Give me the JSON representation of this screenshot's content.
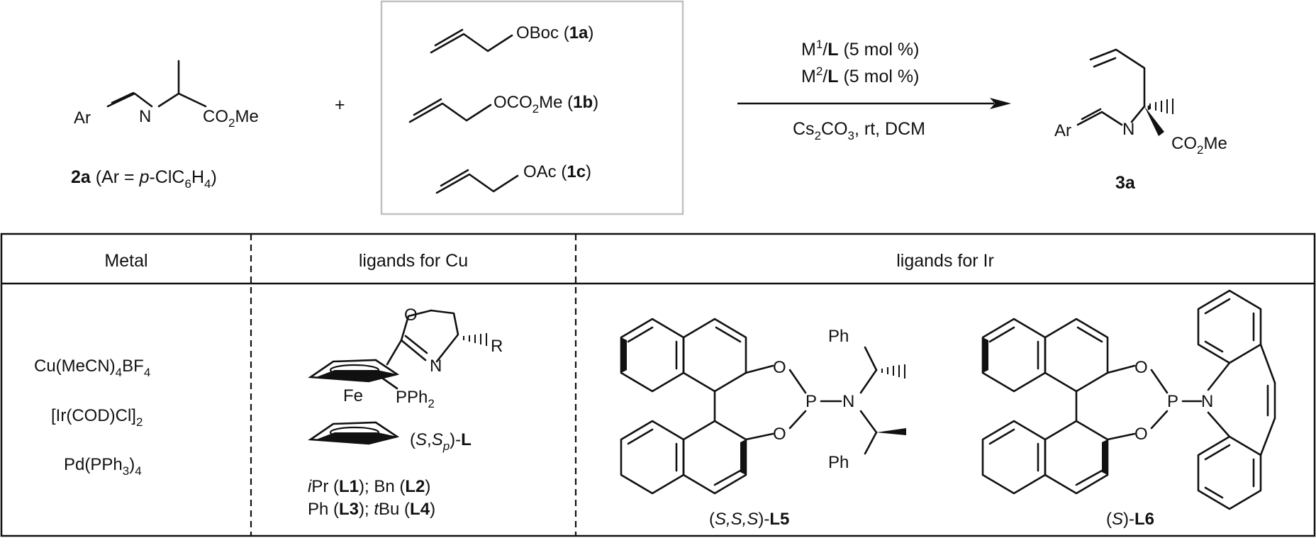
{
  "scheme": {
    "imine": {
      "ar": "Ar",
      "n": "N",
      "ester": "CO",
      "ester_sub": "2",
      "ester_tail": "Me",
      "label_bold": "2a",
      "label_pre": " (Ar = ",
      "label_p": "p",
      "label_mid": "-ClC",
      "label_sub1": "6",
      "label_h": "H",
      "label_sub2": "4",
      "label_post": ")"
    },
    "plus": "+",
    "allyl_1a": {
      "group": "OBoc (",
      "id": "1a",
      "close": ")"
    },
    "allyl_1b": {
      "group_pre": "OCO",
      "group_sub": "2",
      "group_post": "Me (",
      "id": "1b",
      "close": ")"
    },
    "allyl_1c": {
      "group": "OAc (",
      "id": "1c",
      "close": ")"
    },
    "conditions": {
      "line1_m": "M",
      "line1_sup": "1",
      "line1_slash": "/",
      "line1_l": "L",
      "line1_rest": " (5 mol %)",
      "line2_m": "M",
      "line2_sup": "2",
      "line2_slash": "/",
      "line2_l": "L",
      "line2_rest": " (5 mol %)",
      "line3_pre": "Cs",
      "line3_sub1": "2",
      "line3_mid": "CO",
      "line3_sub2": "3",
      "line3_post": ", rt, DCM"
    },
    "product": {
      "ar": "Ar",
      "n": "N",
      "ester": "CO",
      "ester_sub": "2",
      "ester_tail": "Me",
      "label": "3a"
    }
  },
  "table": {
    "headers": [
      "Metal",
      "ligands for Cu",
      "ligands for Ir"
    ],
    "metals": [
      {
        "pre": "Cu(MeCN)",
        "sub1": "4",
        "mid": "BF",
        "sub2": "4"
      },
      {
        "pre": "[Ir(COD)Cl]",
        "sub1": "2",
        "mid": "",
        "sub2": ""
      },
      {
        "pre": "Pd(PPh",
        "sub1": "3",
        "mid": ")",
        "sub2": "4"
      }
    ],
    "cu_ligand": {
      "o": "O",
      "n": "N",
      "r": "R",
      "fe": "Fe",
      "pph": "PPh",
      "pph_sub": "2",
      "name_open": "(",
      "name_s1": "S",
      "name_comma": ",",
      "name_s2": "S",
      "name_sp": "p",
      "name_close": ")-",
      "name_l": "L",
      "variants_line1": [
        {
          "t": "i",
          "it": true
        },
        {
          "t": "Pr (",
          "it": false
        },
        {
          "t": "L1",
          "b": true
        },
        {
          "t": "); Bn (",
          "it": false
        },
        {
          "t": "L2",
          "b": true
        },
        {
          "t": ")",
          "it": false
        }
      ],
      "variants_line2": [
        {
          "t": "Ph (",
          "it": false
        },
        {
          "t": "L3",
          "b": true
        },
        {
          "t": "); ",
          "it": false
        },
        {
          "t": "t",
          "it": true
        },
        {
          "t": "Bu (",
          "it": false
        },
        {
          "t": "L4",
          "b": true
        },
        {
          "t": ")",
          "it": false
        }
      ]
    },
    "ir_l5": {
      "o1": "O",
      "o2": "O",
      "p": "P",
      "n": "N",
      "ph1": "Ph",
      "ph2": "Ph",
      "name_open": "(",
      "name_sss": "S,S,S",
      "name_close": ")-",
      "name_l": "L5"
    },
    "ir_l6": {
      "o1": "O",
      "o2": "O",
      "p": "P",
      "n": "N",
      "name_open": "(",
      "name_s": "S",
      "name_close": ")-",
      "name_l": "L6"
    }
  }
}
